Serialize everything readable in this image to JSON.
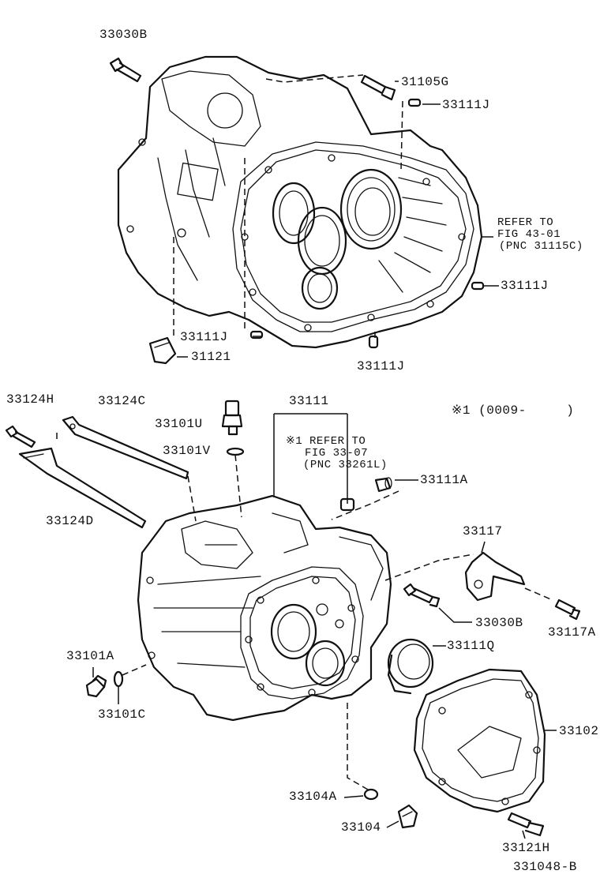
{
  "labels": {
    "p33030b_top": "33030B",
    "p31105g": "31105G",
    "p33111j_a": "33111J",
    "refer1_l1": "REFER TO",
    "refer1_l2": "FIG 43-01",
    "refer1_l3": "(PNC 31115C)",
    "p33111j_b": "33111J",
    "p33111j_c": "33111J",
    "p31121": "31121",
    "p33111j_d": "33111J",
    "p33124h": "33124H",
    "p33124c": "33124C",
    "p33101u": "33101U",
    "p33111": "33111",
    "note_range": "※1 (0009-     )",
    "p33101v": "33101V",
    "refer2_l1": "※1 REFER TO",
    "refer2_l2": "FIG 33-07",
    "refer2_l3": "(PNC 33261L)",
    "p33111a": "33111A",
    "p33124d": "33124D",
    "p33117": "33117",
    "p33030b_mid": "33030B",
    "p33117a": "33117A",
    "p33101a": "33101A",
    "p33111q": "33111Q",
    "p33101c": "33101C",
    "p33102": "33102",
    "p33104a": "33104A",
    "p33104": "33104",
    "p33121h": "33121H",
    "fig_code": "331048-B"
  }
}
